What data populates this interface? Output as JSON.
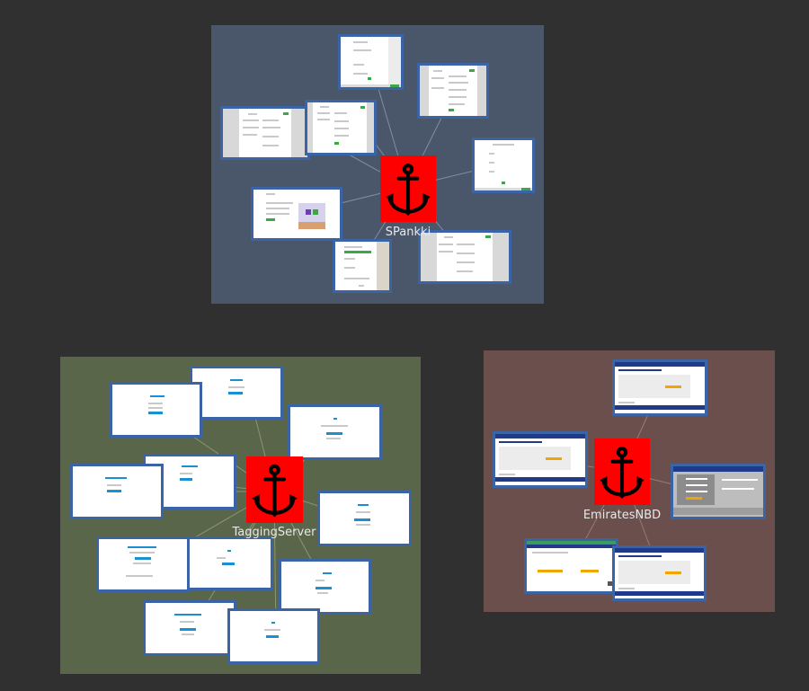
{
  "clusters": [
    {
      "name": "SPankki",
      "background": "#4a5669"
    },
    {
      "name": "TaggingServer",
      "background": "#5a6649"
    },
    {
      "name": "EmiratesNBD",
      "background": "#6b4f4c"
    }
  ],
  "colors": {
    "background": "#303030",
    "thumb_border": "#3a64a6",
    "anchor_bg": "#ff0000",
    "anchor_icon": "#000000",
    "link": "#7f8fa6"
  },
  "icons": {
    "hub": "anchor-icon"
  }
}
